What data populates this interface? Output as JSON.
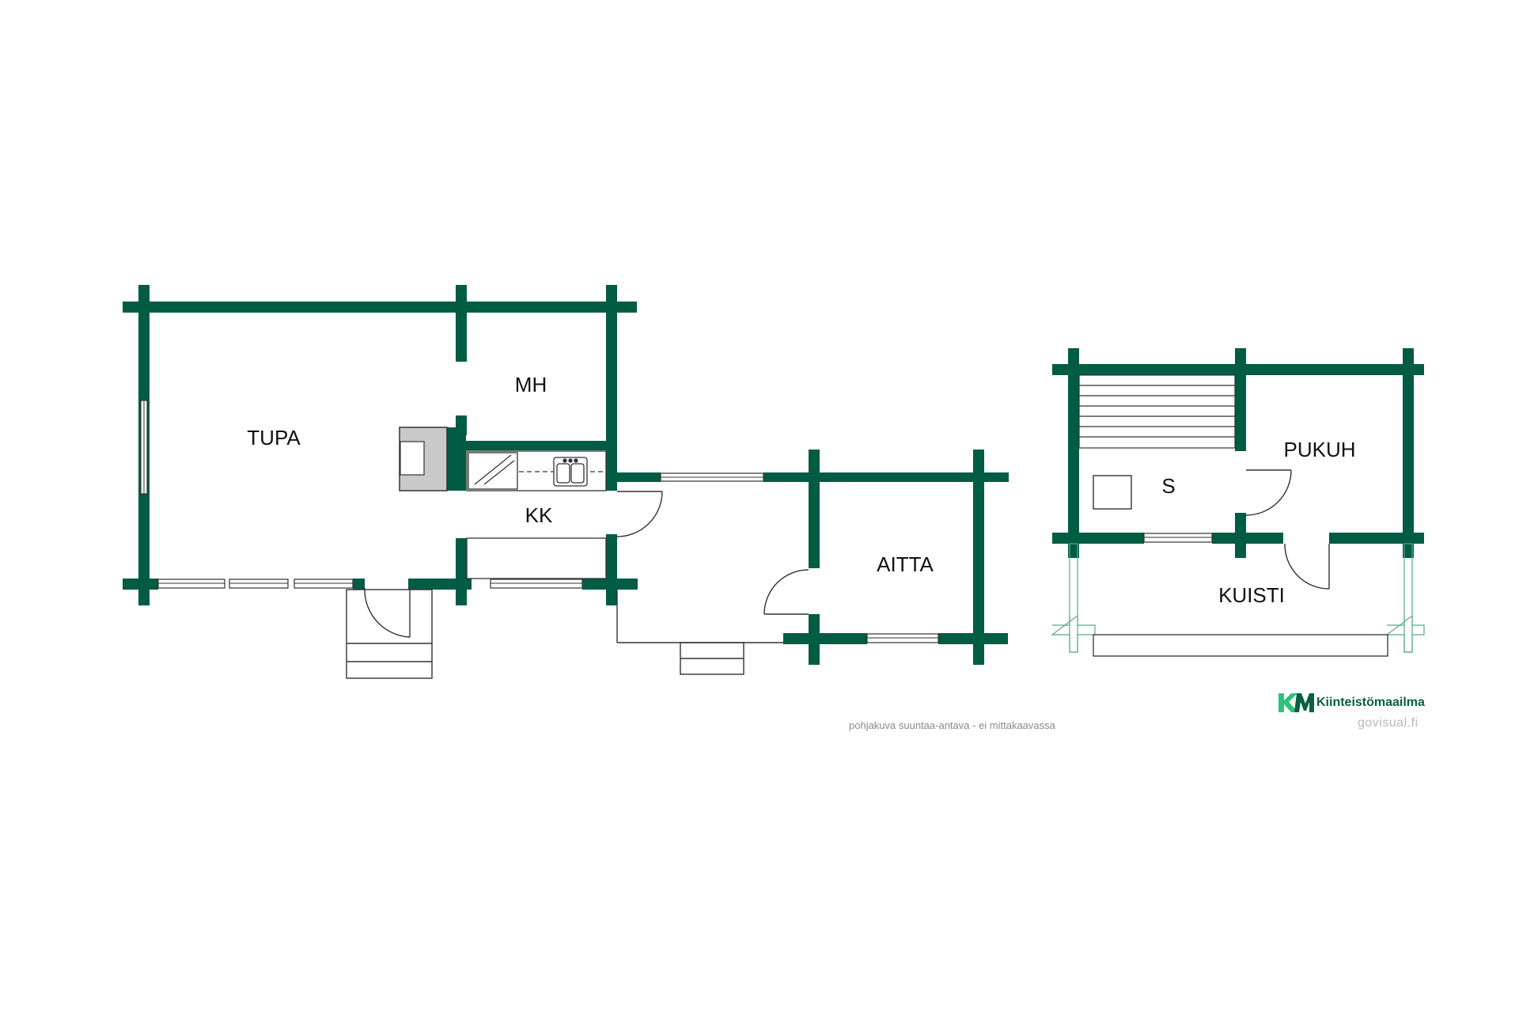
{
  "colors": {
    "wall": "#005c42",
    "line": "#333333",
    "brand": "#0a5f45",
    "brand_light": "#2ec27e",
    "muted": "#8a8a8a"
  },
  "rooms": {
    "tupa": "TUPA",
    "mh": "MH",
    "kk": "KK",
    "aitta": "AITTA",
    "s": "S",
    "pukuh": "PUKUH",
    "kuisti": "KUISTI"
  },
  "note": "pohjakuva suuntaa-antava - ei mittakaavassa",
  "brand": {
    "mark": "KM",
    "name": "Kiinteistömaailma",
    "logo_icon": "km-logo-icon"
  },
  "credit": "govisual.fi"
}
